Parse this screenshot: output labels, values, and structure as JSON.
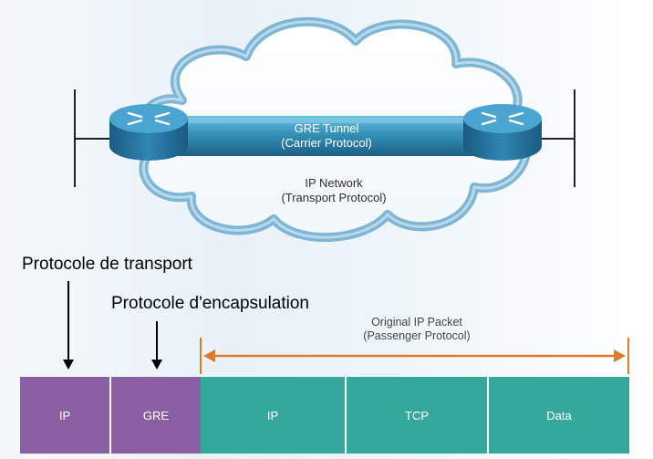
{
  "tunnel": {
    "line1": "GRE Tunnel",
    "line2": "(Carrier Protocol)"
  },
  "network": {
    "line1": "IP Network",
    "line2": "(Transport Protocol)"
  },
  "labels": {
    "transport": "Protocole de transport",
    "encapsulation": "Protocole d'encapsulation"
  },
  "original_packet": {
    "line1": "Original IP Packet",
    "line2": "(Passenger Protocol)"
  },
  "packet_fields": [
    "IP",
    "GRE",
    "IP",
    "TCP",
    "Data"
  ],
  "colors": {
    "purple": "#8a5fa3",
    "teal": "#35a89c",
    "arrow": "#e07a2a",
    "tunnel": "#2f8bb0",
    "cloud_outline": "#7fb6d6"
  }
}
